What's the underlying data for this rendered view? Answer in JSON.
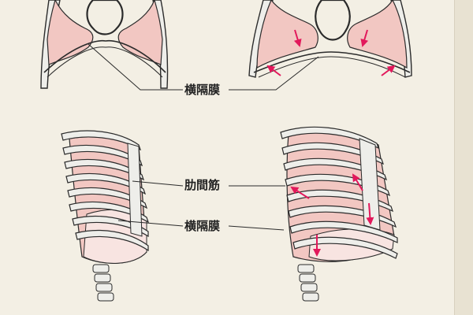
{
  "labels": {
    "diaphragm_top": "横隔膜",
    "intercostal_muscles": "肋間筋",
    "diaphragm_bottom": "横隔膜"
  },
  "colors": {
    "background": "#f3efe4",
    "tissue_fill": "#f2c7c2",
    "tissue_light": "#f8e4e1",
    "bone_fill": "#eeeeea",
    "outline": "#2b2b2b",
    "arrow": "#e2185b"
  }
}
